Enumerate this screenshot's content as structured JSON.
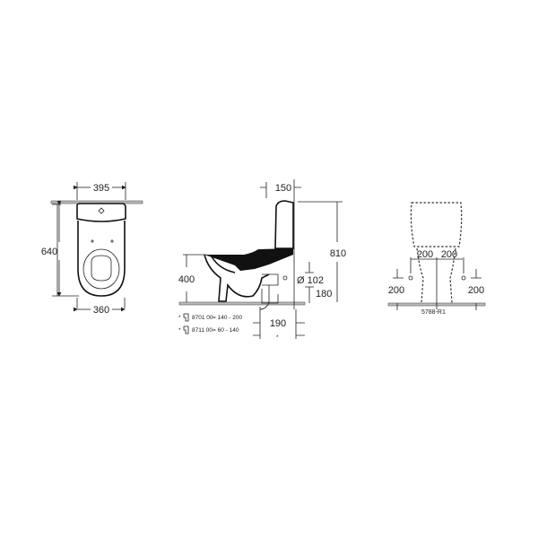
{
  "plan_view": {
    "width_top": "395",
    "depth": "640",
    "width_bottom": "360"
  },
  "side_view": {
    "tank_offset": "150",
    "height_total": "810",
    "rim_height": "400",
    "outlet_diameter": "Ø 102",
    "outlet_height": "180",
    "outlet_distance": "190",
    "asterisk": "*",
    "legend": [
      {
        "bullet": "*",
        "code": "8701 00",
        "range": "= 140 - 200"
      },
      {
        "bullet": "*",
        "code": "8711 00",
        "range": "= 60 -  140"
      }
    ]
  },
  "front_view": {
    "left_offset": "200",
    "right_offset": "200",
    "left_height": "200",
    "right_height": "200",
    "drawing_code": "5788-R1"
  }
}
